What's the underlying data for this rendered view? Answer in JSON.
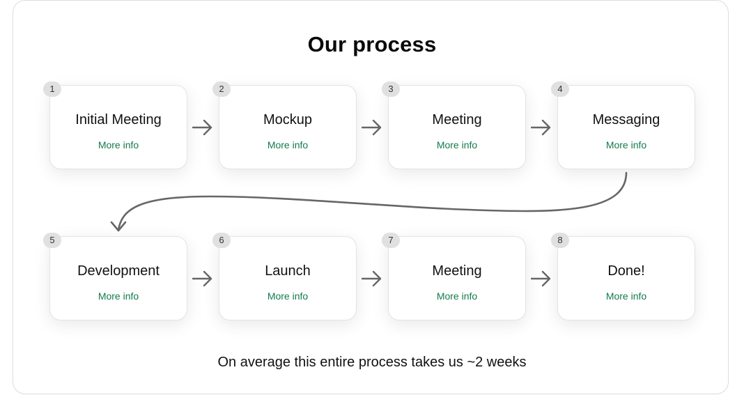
{
  "title": "Our process",
  "steps": [
    {
      "number": "1",
      "label": "Initial Meeting",
      "link": "More info"
    },
    {
      "number": "2",
      "label": "Mockup",
      "link": "More info"
    },
    {
      "number": "3",
      "label": "Meeting",
      "link": "More info"
    },
    {
      "number": "4",
      "label": "Messaging",
      "link": "More info"
    },
    {
      "number": "5",
      "label": "Development",
      "link": "More info"
    },
    {
      "number": "6",
      "label": "Launch",
      "link": "More info"
    },
    {
      "number": "7",
      "label": "Meeting",
      "link": "More info"
    },
    {
      "number": "8",
      "label": "Done!",
      "link": "More info"
    }
  ],
  "footer": "On average this entire process takes us ~2 weeks",
  "colors": {
    "link": "#137a4e",
    "arrow": "#666666",
    "badge": "#e0e0e0"
  }
}
